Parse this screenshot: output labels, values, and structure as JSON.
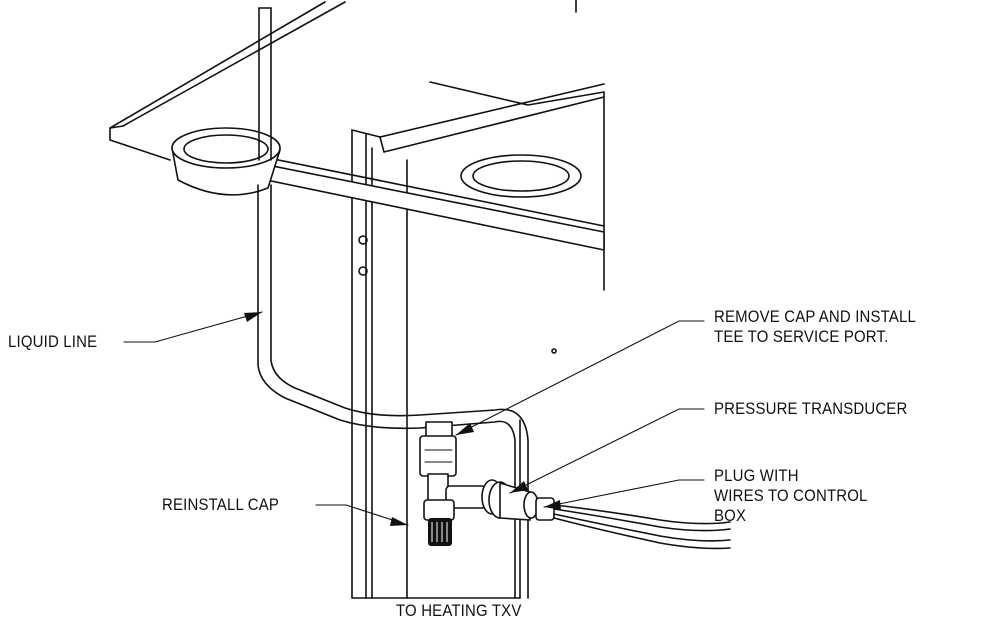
{
  "labels": {
    "liquid_line": "LIQUID LINE",
    "remove_cap_line1": "REMOVE CAP AND INSTALL",
    "remove_cap_line2": "TEE TO SERVICE PORT.",
    "pressure_transducer": "PRESSURE TRANSDUCER",
    "plug_line1": "PLUG WITH",
    "plug_line2": "WIRES TO CONTROL",
    "plug_line3": "BOX",
    "reinstall_cap": "REINSTALL CAP",
    "to_heating_txv": "TO HEATING TXV"
  },
  "colors": {
    "line": "#111111",
    "background": "#ffffff"
  }
}
